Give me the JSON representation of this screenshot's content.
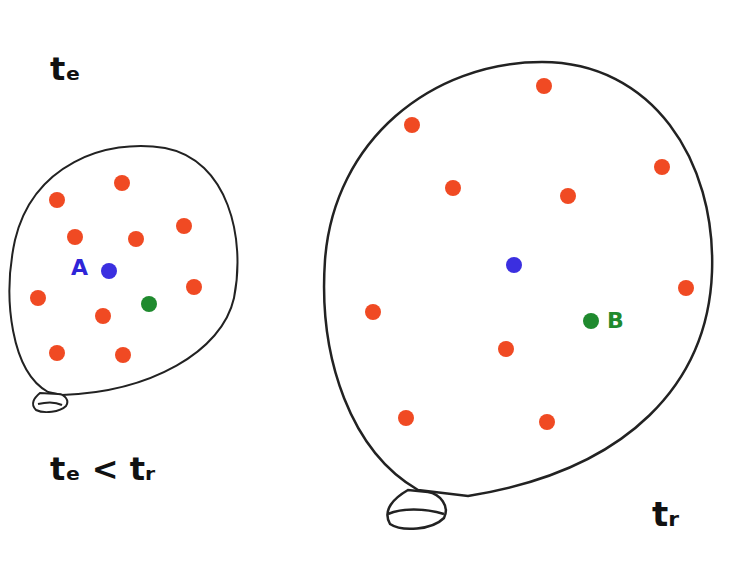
{
  "diagram": {
    "labels": [
      "tₑ",
      "A",
      "tₑ < tᵣ",
      "B",
      "tᵣ"
    ]
  }
}
